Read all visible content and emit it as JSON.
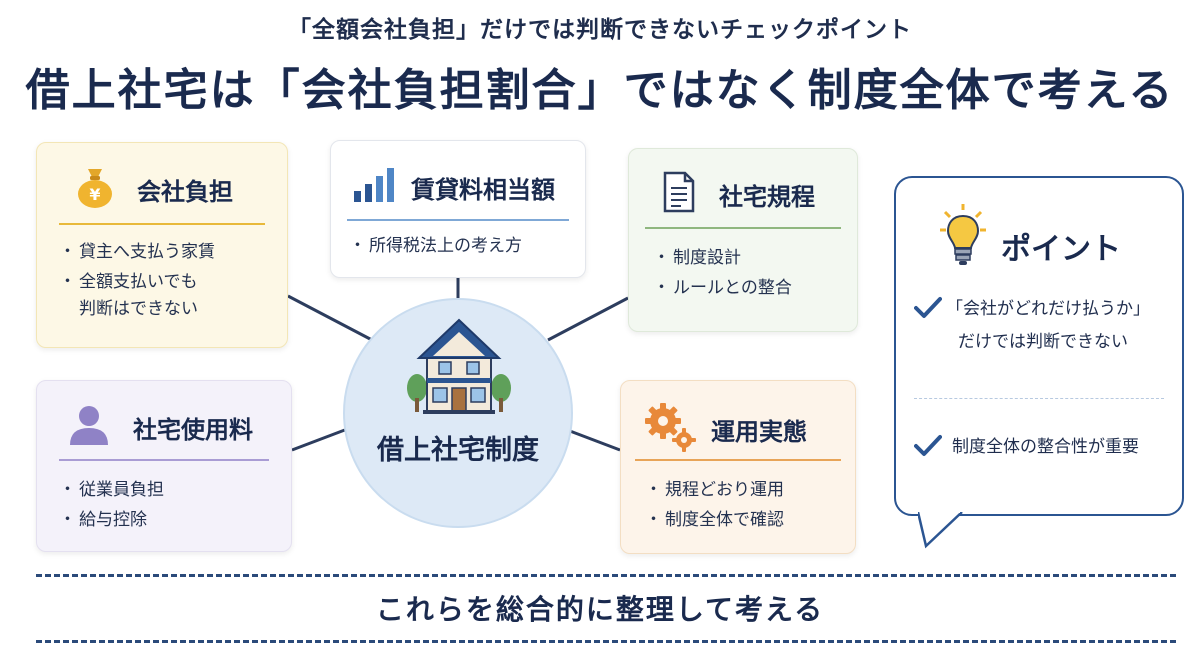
{
  "subtitle": "「全額会社負担」だけでは判断できないチェックポイント",
  "title": "借上社宅は「会社負担割合」ではなく制度全体で考える",
  "center": {
    "label": "借上社宅制度"
  },
  "cards": {
    "company_burden": {
      "title": "会社負担",
      "items": [
        "貸主へ支払う家賃",
        "全額支払いでも",
        "判断はできない"
      ]
    },
    "rent_equivalent": {
      "title": "賃貸料相当額",
      "items": [
        "所得税法上の考え方"
      ]
    },
    "housing_rules": {
      "title": "社宅規程",
      "items": [
        "制度設計",
        "ルールとの整合"
      ]
    },
    "housing_fee": {
      "title": "社宅使用料",
      "items": [
        "従業員負担",
        "給与控除"
      ]
    },
    "operation": {
      "title": "運用実態",
      "items": [
        "規程どおり運用",
        "制度全体で確認"
      ]
    }
  },
  "point": {
    "title": "ポイント",
    "check1_line1": "「会社がどれだけ払うか」",
    "check1_line2": "だけでは判断できない",
    "check2": "制度全体の整合性が重要"
  },
  "bottom": "これらを総合的に整理して考える",
  "colors": {
    "navy": "#1a2a4e",
    "yellow_card": "#fdf8e6",
    "yellow_rule": "#e8b93a",
    "blue_rule": "#7fa8d6",
    "green_card": "#f3f8f1",
    "green_rule": "#8fb77f",
    "purple_card": "#f4f2fa",
    "purple_rule": "#a99cd4",
    "orange_card": "#fdf4ea",
    "orange_rule": "#e8a458"
  }
}
